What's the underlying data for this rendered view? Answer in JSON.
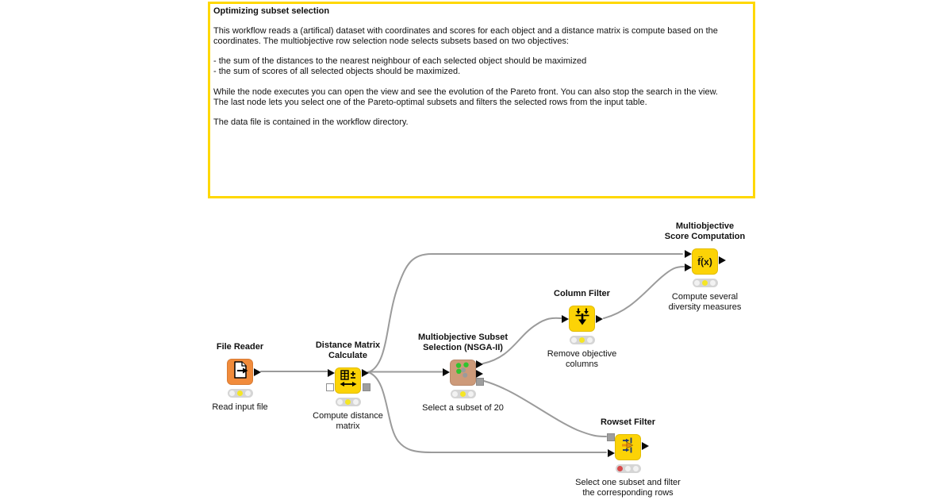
{
  "annotation": {
    "title": "Optimizing subset selection",
    "body": "This workflow reads a (artifical) dataset with coordinates and scores for each object and a distance matrix is compute based on the\ncoordinates. The multiobjective row selection node selects subsets based on two objectives:\n\n- the sum of the distances to the nearest neighbour of each selected object should be maximized\n- the sum of scores of all selected objects should be maximized.\n\nWhile the node executes you can open the view and see the evolution of the Pareto front. You can also stop the search in the view.\nThe last node lets you select one of the Pareto-optimal subsets and filters the selected rows from the input table.\n\nThe data file is contained in the workflow directory.",
    "border_color": "#FFD800"
  },
  "nodes": {
    "file_reader": {
      "name": "File Reader",
      "comment": "Read input file",
      "status": "configured",
      "color": "#F18B3B",
      "icon": "file-export-icon"
    },
    "distance_matrix": {
      "name": "Distance Matrix\nCalculate",
      "comment": "Compute distance\nmatrix",
      "status": "configured",
      "color": "#FCD306",
      "icon": "distance-matrix-icon"
    },
    "subset_selection": {
      "name": "Multiobjective Subset\nSelection (NSGA-II)",
      "comment": "Select a subset of 20",
      "status": "configured",
      "color": "#CD9A79",
      "icon": "scatter-dots-icon"
    },
    "column_filter": {
      "name": "Column Filter",
      "comment": "Remove objective\ncolumns",
      "status": "configured",
      "color": "#FCD306",
      "icon": "column-filter-icon"
    },
    "score_computation": {
      "name": "Multiobjective\nScore Computation",
      "comment": "Compute several\ndiversity measures",
      "status": "configured",
      "color": "#FCD306",
      "icon_arrow": "→",
      "icon_label": "f(x)"
    },
    "rowset_filter": {
      "name": "Rowset Filter",
      "comment": "Select one subset and filter\nthe corresponding rows",
      "status": "not-configured",
      "color": "#FCD306",
      "icon": "row-filter-icon"
    }
  },
  "status_colors": {
    "configured": "#F5E625",
    "not-configured": "#D9494A"
  },
  "wire_color": "#9B9B9B"
}
